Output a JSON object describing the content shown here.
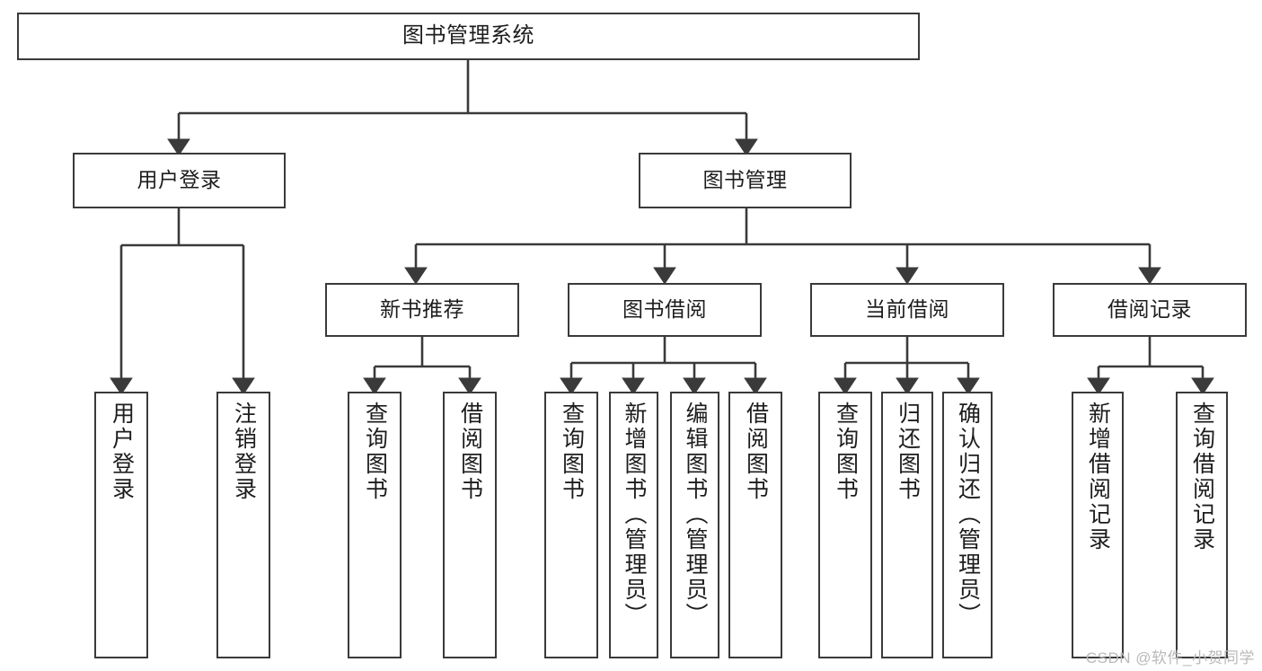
{
  "diagram": {
    "title": "图书管理系统",
    "type": "tree-hierarchy-chart",
    "watermark": "CSDN @软件_小贺同学",
    "colors": {
      "background": "#ffffff",
      "node_fill": "#ffffff",
      "node_stroke": "#3a3a3a",
      "edge_stroke": "#3a3a3a",
      "text": "#1d1d1d",
      "watermark": "#b9b9b9"
    },
    "nodes": {
      "root": {
        "label": "图书管理系统"
      },
      "level1": [
        {
          "id": "user-login",
          "label": "用户登录"
        },
        {
          "id": "book-manage",
          "label": "图书管理"
        }
      ],
      "level2": [
        {
          "id": "new-book-recommend",
          "label": "新书推荐"
        },
        {
          "id": "book-borrow",
          "label": "图书借阅"
        },
        {
          "id": "current-borrow",
          "label": "当前借阅"
        },
        {
          "id": "borrow-record",
          "label": "借阅记录"
        }
      ],
      "leaves": {
        "user-login": [
          {
            "id": "leaf-user-login",
            "label": "用户登录"
          },
          {
            "id": "leaf-logout-login",
            "label": "注销登录"
          }
        ],
        "new-book-recommend": [
          {
            "id": "leaf-query-book-1",
            "label": "查询图书"
          },
          {
            "id": "leaf-borrow-book-1",
            "label": "借阅图书"
          }
        ],
        "book-borrow": [
          {
            "id": "leaf-query-book-2",
            "label": "查询图书"
          },
          {
            "id": "leaf-add-book",
            "label": "新增图书（管理员）"
          },
          {
            "id": "leaf-edit-book",
            "label": "编辑图书（管理员）"
          },
          {
            "id": "leaf-borrow-book-2",
            "label": "借阅图书"
          }
        ],
        "current-borrow": [
          {
            "id": "leaf-query-book-3",
            "label": "查询图书"
          },
          {
            "id": "leaf-return-book",
            "label": "归还图书"
          },
          {
            "id": "leaf-confirm-return",
            "label": "确认归还（管理员）"
          }
        ],
        "borrow-record": [
          {
            "id": "leaf-add-record",
            "label": "新增借阅记录"
          },
          {
            "id": "leaf-query-record",
            "label": "查询借阅记录"
          }
        ]
      }
    }
  }
}
